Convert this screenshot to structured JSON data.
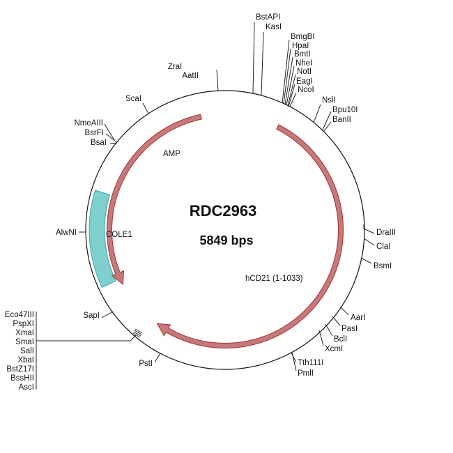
{
  "plasmid": {
    "name": "RDC2963",
    "size": "5849 bps"
  },
  "features": {
    "amp": {
      "label": "AMP",
      "color": "#c47a7a",
      "stroke": "#a83232"
    },
    "hcd21": {
      "label": "hCD21 (1-1033)",
      "color": "#c47a7a",
      "stroke": "#a83232"
    },
    "cole1": {
      "label": "COLE1",
      "color": "#7fcfcf",
      "stroke": "#3aa7a7"
    }
  },
  "sites": {
    "bstapi": "BstAPI",
    "kasi": "KasI",
    "bmgbi": "BmgBI",
    "hpai": "HpaI",
    "bmti": "BmtI",
    "nhei": "NheI",
    "noti": "NotI",
    "eagi": "EagI",
    "ncoi": "NcoI",
    "nsii": "NsiI",
    "bpu10i": "Bpu10I",
    "banii": "BanII",
    "draiii": "DraIII",
    "clai": "ClaI",
    "bsmi": "BsmI",
    "aari": "AarI",
    "pasi": "PasI",
    "bcli": "BclI",
    "xcmi": "XcmI",
    "tth111i": "Tth111I",
    "pmli": "PmlI",
    "psti": "PstI",
    "sapi": "SapI",
    "alwni": "AlwNI",
    "bsai": "BsaI",
    "bsrfi": "BsrFI",
    "nmeaiii": "NmeAIII",
    "scai": "ScaI",
    "zrai": "ZraI",
    "aatii": "AatII",
    "mcs": [
      "Eco47III",
      "PspXI",
      "XmaI",
      "SmaI",
      "SalI",
      "XbaI",
      "BstZ17I",
      "BssHII",
      "AscI"
    ]
  }
}
